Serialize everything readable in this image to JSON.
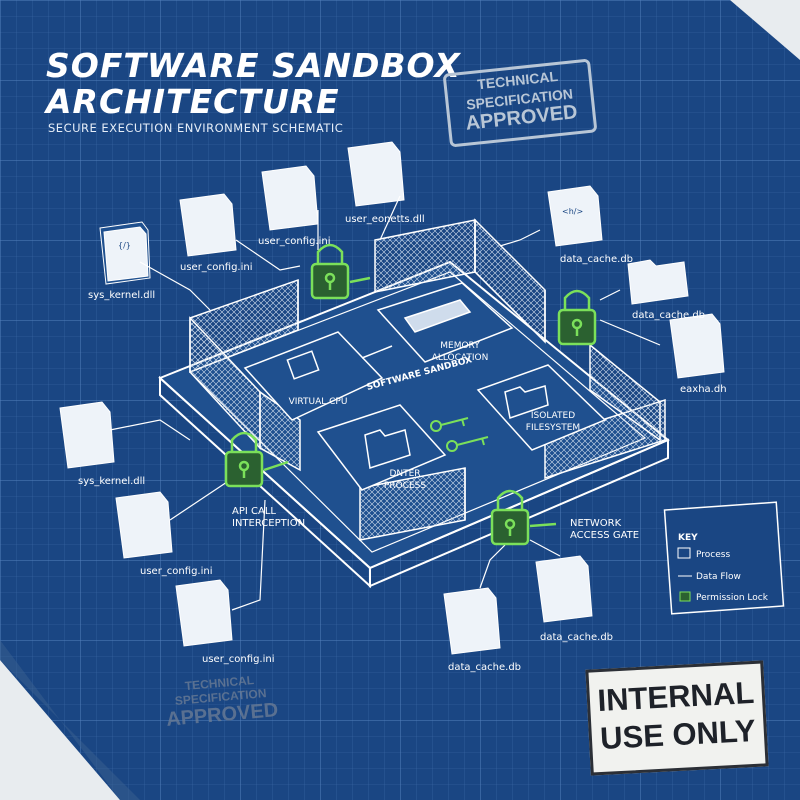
{
  "header": {
    "title_line1": "SOFTWARE SANDBOX",
    "title_line2": "ARCHITECTURE",
    "subtitle": "SECURE EXECUTION ENVIRONMENT SCHEMATIC"
  },
  "stamp_top": {
    "line1": "TECHNICAL",
    "line2": "SPECIFICATION",
    "line3": "APPROVED"
  },
  "stamp_bottom": {
    "line1": "TECHNICAL SPECIFICATION",
    "line2": "APPROVED"
  },
  "badge": {
    "line1": "INTERNAL",
    "line2": "USE ONLY"
  },
  "sandbox": {
    "label": "SOFTWARE SANDBOX",
    "virtual_cpu": "VIRTUAL CPU",
    "memory_line1": "MEMORY",
    "memory_line2": "ALLOCATION",
    "filesystem_line1": "ISOLATED",
    "filesystem_line2": "FILESYSTEM",
    "process_line1": "DNTER",
    "process_line2": "PROCESS"
  },
  "gates": {
    "api_line1": "API CALL",
    "api_line2": "INTERCEPTION",
    "network_line1": "NETWORK",
    "network_line2": "ACCESS GATE"
  },
  "files": {
    "top1": "sys_kernel.dll",
    "top2": "user_config.ini",
    "top3": "user_config.ini",
    "top4": "user_eonetts.dll",
    "top_glyph": "{/}",
    "right1": "data_cache.db",
    "right1_glyph": "<h/>",
    "right2": "data_cache.db",
    "right3": "eaxha.dh",
    "left1": "sys_kernel.dll",
    "left2": "user_config.ini",
    "left3": "user_config.ini",
    "bottom1": "data_cache.db",
    "bottom2": "data_cache.db"
  },
  "key": {
    "title": "KEY",
    "process": "Process",
    "data_flow": "Data Flow",
    "permission_lock": "Permission Lock"
  },
  "colors": {
    "blueprint": "#1a4683",
    "line": "#ffffff",
    "lock": "#7be05a"
  }
}
